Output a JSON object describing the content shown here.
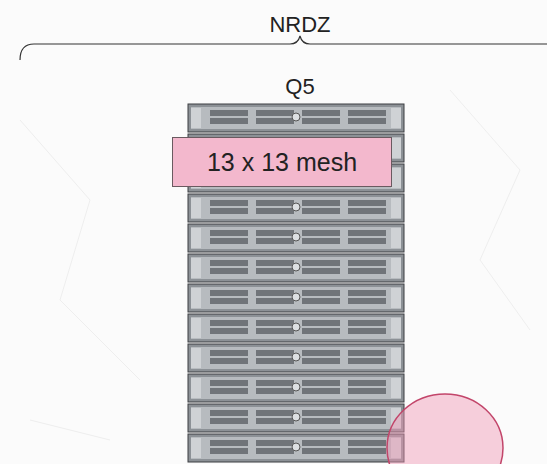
{
  "diagram": {
    "nodes": [
      {
        "text": [
          "13 x 13 mesh"
        ]
      }
    ],
    "labels": [
      "NRDZ",
      "Q5"
    ]
  }
}
